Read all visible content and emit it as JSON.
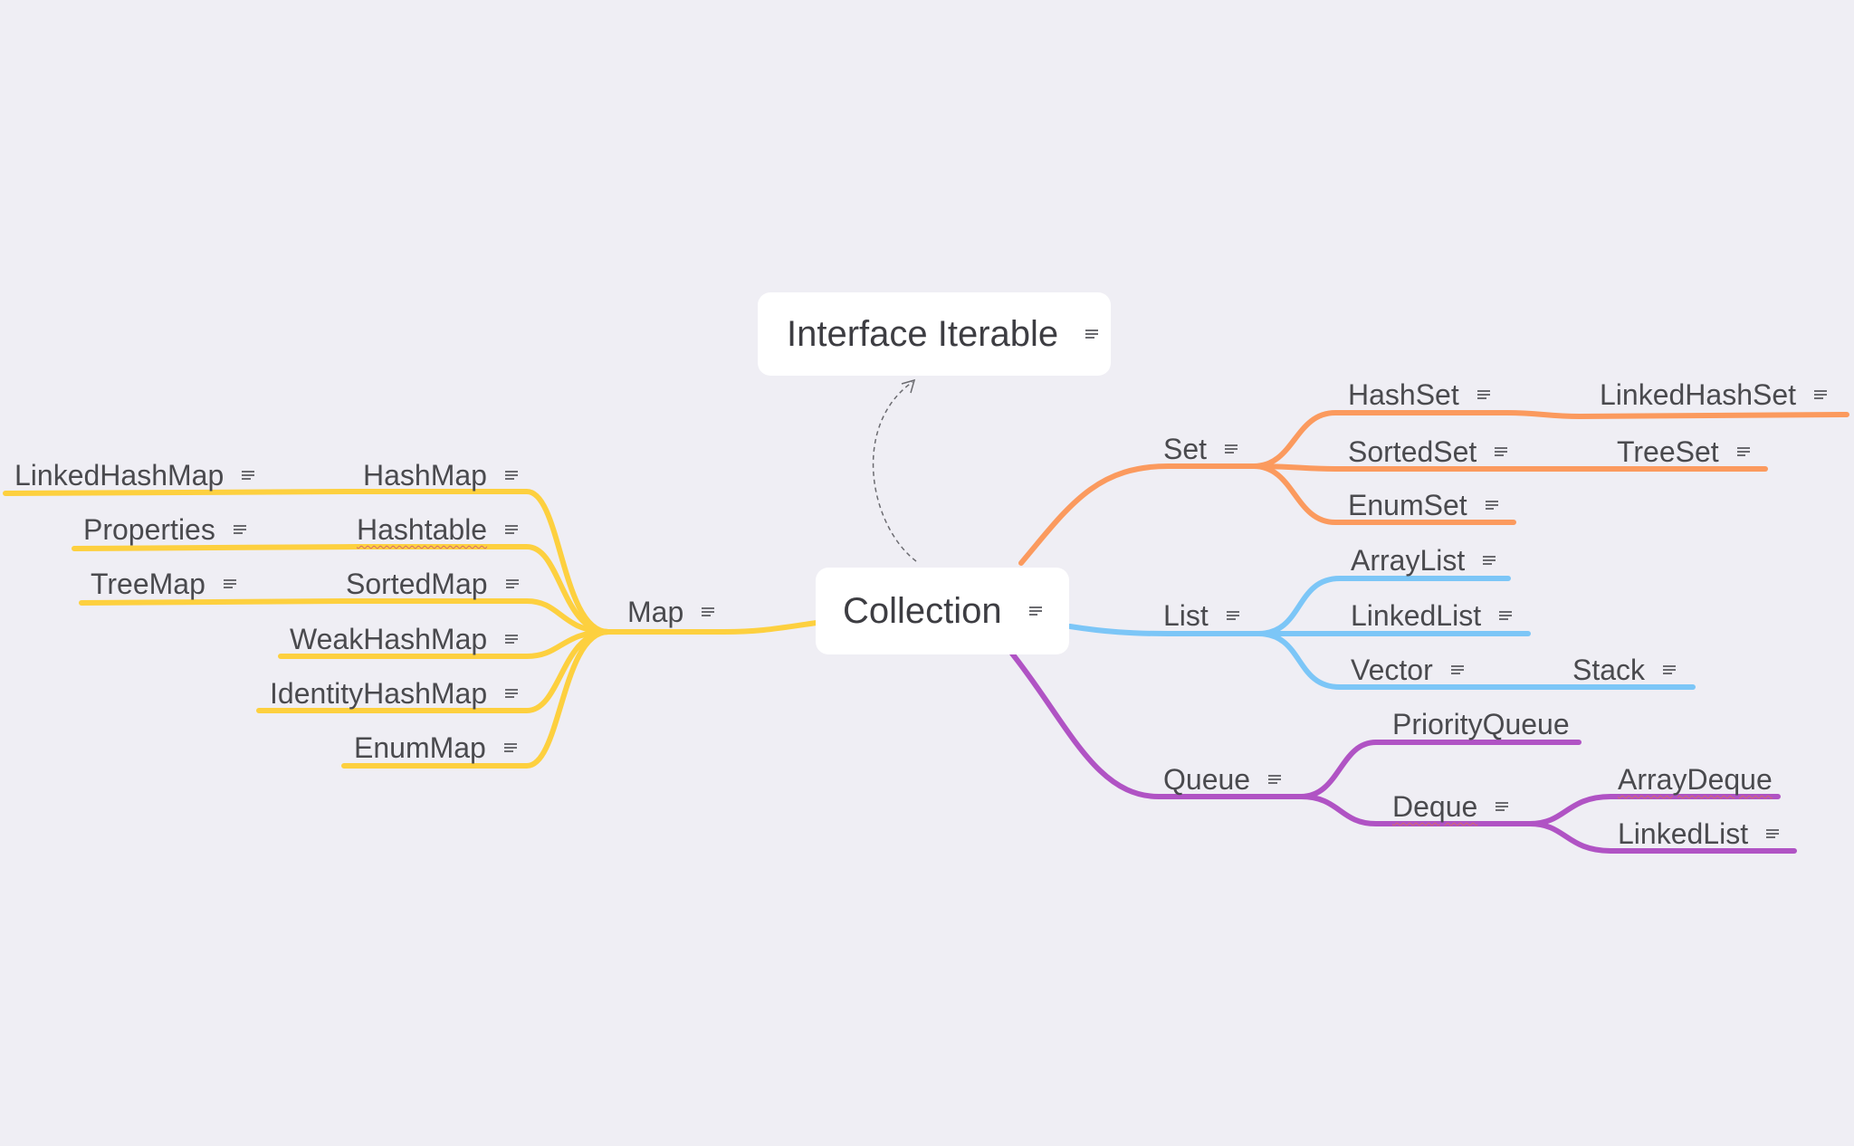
{
  "root": {
    "label": "Collection"
  },
  "parent": {
    "label": "Interface Iterable"
  },
  "branches": {
    "map": {
      "label": "Map",
      "color": "#fdd03f",
      "children": [
        {
          "label": "HashMap",
          "child": "LinkedHashMap"
        },
        {
          "label": "Hashtable",
          "child": "Properties"
        },
        {
          "label": "SortedMap",
          "child": "TreeMap"
        },
        {
          "label": "WeakHashMap"
        },
        {
          "label": "IdentityHashMap"
        },
        {
          "label": "EnumMap"
        }
      ]
    },
    "set": {
      "label": "Set",
      "color": "#fb9a5e",
      "children": [
        {
          "label": "HashSet",
          "child": "LinkedHashSet"
        },
        {
          "label": "SortedSet",
          "child": "TreeSet"
        },
        {
          "label": "EnumSet"
        }
      ]
    },
    "list": {
      "label": "List",
      "color": "#7cc6f7",
      "children": [
        {
          "label": "ArrayList"
        },
        {
          "label": "LinkedList"
        },
        {
          "label": "Vector",
          "child": "Stack"
        }
      ]
    },
    "queue": {
      "label": "Queue",
      "color": "#b053c4",
      "children": [
        {
          "label": "PriorityQueue"
        },
        {
          "label": "Deque",
          "children": [
            "ArrayDeque",
            "LinkedList"
          ]
        }
      ]
    }
  },
  "icons": {
    "note": "note-icon",
    "arrow": "dashed-arrow-icon"
  }
}
